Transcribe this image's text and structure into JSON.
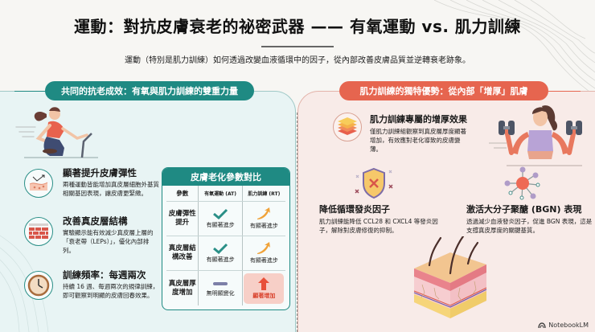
{
  "header": {
    "title": "運動：對抗皮膚衰老的祕密武器 —— 有氧運動 vs. 肌力訓練",
    "subtitle": "運動（特別是肌力訓練）如何透過改變血液循環中的因子，從內部改善皮膚品質並逆轉衰老跡象。"
  },
  "left_panel": {
    "pill_label": "共同的抗老成效：有氧與肌力訓練的雙重力量",
    "accent_color": "#1f8a83",
    "features": [
      {
        "icon": "skin-elasticity-icon",
        "title": "顯著提升皮膚彈性",
        "text": "兩種運動皆能增加真皮層細胞外基質相關基因表現，讓皮膚更緊緻。"
      },
      {
        "icon": "dermis-structure-icon",
        "title": "改善真皮層結構",
        "text": "實驗顯示能有效減少真皮層上層的「衰老帶（LEPs）」，優化內部排列。"
      },
      {
        "icon": "clock-icon",
        "title": "訓練頻率：每週兩次",
        "text": "持續 16 週、每週兩次的規律訓練，即可觀察到明顯的皮膚回春效果。"
      }
    ],
    "table": {
      "title": "皮膚老化參數對比",
      "headers": [
        "參數",
        "有氧運動 (AT)",
        "肌力訓練 (RT)"
      ],
      "rows": [
        {
          "param": "皮膚彈性提升",
          "at": "有顯著進步",
          "at_icon": "check",
          "rt": "有顯著進步",
          "rt_icon": "arrow-up-right"
        },
        {
          "param": "真皮層結構改善",
          "at": "有顯著進步",
          "at_icon": "check",
          "rt": "有顯著進步",
          "rt_icon": "arrow-up-right"
        },
        {
          "param": "真皮層厚度增加",
          "at": "無明顯變化",
          "at_icon": "dash",
          "rt": "顯著增加",
          "rt_icon": "arrow-up"
        }
      ]
    }
  },
  "right_panel": {
    "pill_label": "肌力訓練的獨特優勢：從內部「增厚」肌膚",
    "accent_color": "#e6654f",
    "features": [
      {
        "icon": "layers-icon",
        "title": "肌力訓練專屬的增厚效果",
        "text": "僅肌力訓練組觀察到真皮層厚度顯著增加，有效應對老化導致的皮膚變薄。"
      },
      {
        "icon": "shield-icon",
        "title": "降低循環發炎因子",
        "text": "肌力訓練能降低 CCL28 和 CXCL4 等發炎因子，解除對皮膚修復的抑制。"
      },
      {
        "icon": "molecule-icon",
        "title": "激活大分子聚醣 (BGN) 表現",
        "text": "透過減少血液發炎因子，促進 BGN 表現，這是支撐真皮厚度的關鍵基質。"
      }
    ]
  },
  "watermark": "NotebookLM"
}
